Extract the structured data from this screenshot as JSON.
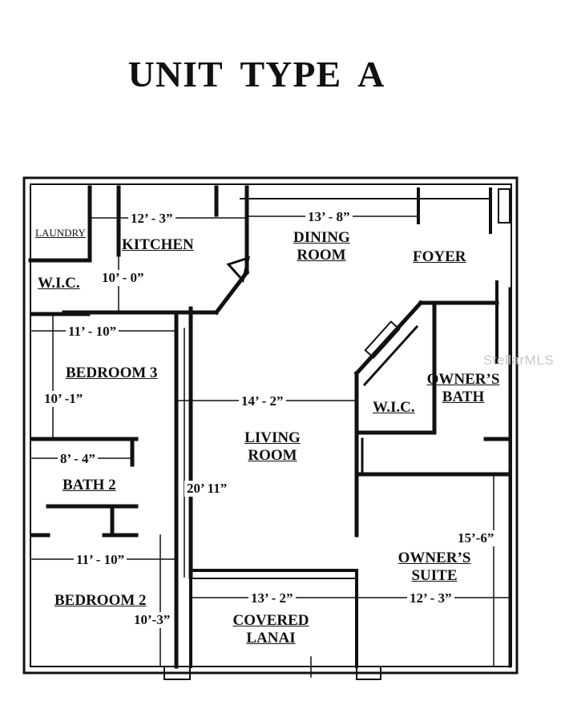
{
  "title": "UNIT  TYPE   A",
  "watermark": "StellarMLS",
  "rooms": {
    "laundry": "LAUNDRY",
    "kitchen": "KITCHEN",
    "dining_line1": "DINING",
    "dining_line2": "ROOM",
    "foyer": "FOYER",
    "wic_left": "W.I.C.",
    "bedroom3": "BEDROOM 3",
    "owners_bath_line1": "OWNER’S",
    "owners_bath_line2": "BATH",
    "wic_right": "W.I.C.",
    "living_line1": "LIVING",
    "living_line2": "ROOM",
    "bath2": "BATH 2",
    "owners_suite_line1": "OWNER’S",
    "owners_suite_line2": "SUITE",
    "bedroom2": "BEDROOM 2",
    "lanai_line1": "COVERED",
    "lanai_line2": "LANAI"
  },
  "dimensions": {
    "kitchen_width": "12’ - 3”",
    "dining_width": "13’ - 8”",
    "kitchen_depth": "10’ - 0”",
    "bedroom3_width": "11’ - 10”",
    "bedroom3_depth": "10’ -1”",
    "living_width": "14’ - 2”",
    "bath2_width": "8’ - 4”",
    "living_depth": "20’ 11”",
    "owners_suite_depth": "15’-6”",
    "bedroom2_width": "11’ - 10”",
    "lanai_width": "13’ - 2”",
    "owners_suite_width": "12’ - 3”",
    "bedroom2_depth": "10’-3”"
  }
}
